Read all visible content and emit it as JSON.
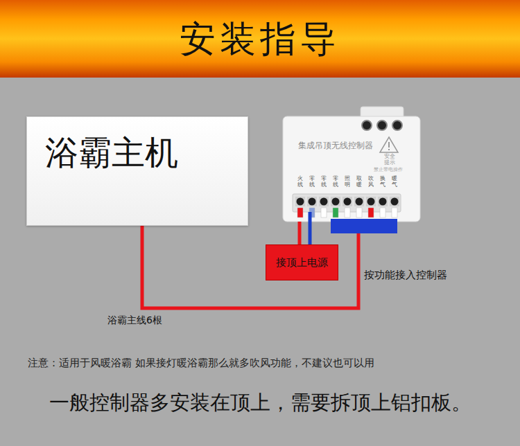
{
  "diagram": {
    "title": "安装指导",
    "nodes": [
      {
        "text": [
          "浴霸主机"
        ]
      },
      {
        "text": [
          "集成吊顶无线控制器",
          "安全提示"
        ]
      },
      {
        "text": [
          "接顶上电源"
        ]
      }
    ],
    "edges": [
      {
        "from": 0,
        "to": 1,
        "arrow": "none",
        "label": "浴霸主线6根"
      },
      {
        "from": 2,
        "to": 1,
        "arrow": "none"
      }
    ],
    "labels": [
      "火线",
      "零线",
      "零线",
      "零线",
      "照明",
      "取暖",
      "吹风",
      "换气",
      "暖气",
      "禁止带电操作",
      "按功能接入控制器",
      "注意：适用于风暖浴霸  如果接灯暖浴霸那么就多吹风功能，不建议也可以用",
      "一般控制器多安装在顶上，需要拆顶上铝扣板。"
    ]
  }
}
